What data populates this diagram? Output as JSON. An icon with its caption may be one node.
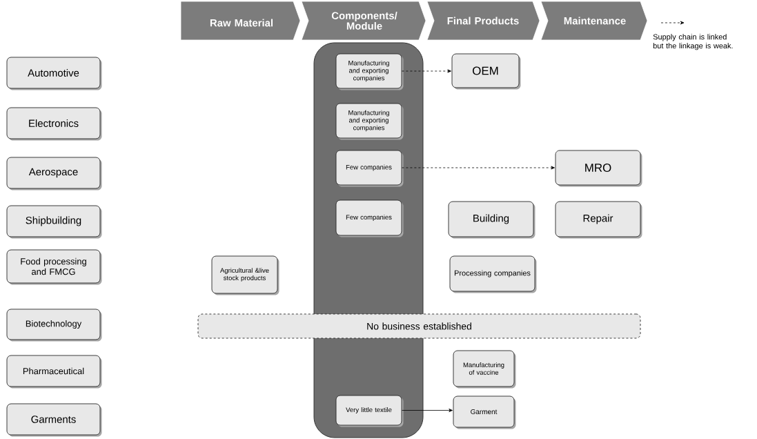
{
  "diagram": {
    "nodes": [
      {
        "text": [
          "Raw Material"
        ]
      },
      {
        "text": [
          "Components/ Module"
        ]
      },
      {
        "text": [
          "Final Products"
        ]
      },
      {
        "text": [
          "Maintenance"
        ]
      },
      {
        "text": [
          "Automotive"
        ]
      },
      {
        "text": [
          "Electronics"
        ]
      },
      {
        "text": [
          "Aerospace"
        ]
      },
      {
        "text": [
          "Shipbuilding"
        ]
      },
      {
        "text": [
          "Food processing and FMCG"
        ]
      },
      {
        "text": [
          "Biotechnology"
        ]
      },
      {
        "text": [
          "Pharmaceutical"
        ]
      },
      {
        "text": [
          "Garments"
        ]
      },
      {
        "text": [],
        "shape": "box"
      },
      {
        "text": [
          "Manufacturing and exporting companies"
        ],
        "in": 12
      },
      {
        "text": [
          "OEM"
        ]
      },
      {
        "text": [
          "Manufacturing and exporting companies"
        ],
        "in": 12
      },
      {
        "text": [
          "Few companies"
        ],
        "in": 12
      },
      {
        "text": [
          "MRO"
        ]
      },
      {
        "text": [
          "Few companies"
        ],
        "in": 12
      },
      {
        "text": [
          "Building"
        ]
      },
      {
        "text": [
          "Repair"
        ]
      },
      {
        "text": [
          "Agricultural &live stock products"
        ]
      },
      {
        "text": [
          "Processing companies"
        ]
      },
      {
        "text": [
          "No business established"
        ]
      },
      {
        "text": [
          "Manufacturing of vaccine"
        ]
      },
      {
        "text": [
          "Very little textile"
        ],
        "in": 12
      },
      {
        "text": [
          "Garment"
        ]
      }
    ],
    "edges": [
      {
        "from": 13,
        "to": 14,
        "arrow": "to",
        "style": "dashed"
      },
      {
        "from": 16,
        "to": 17,
        "arrow": "to",
        "style": "dashed"
      },
      {
        "from": 25,
        "to": 26,
        "arrow": "to"
      }
    ],
    "legend": [
      {
        "text": "Supply chain is linked but the linkage is weak."
      }
    ]
  }
}
